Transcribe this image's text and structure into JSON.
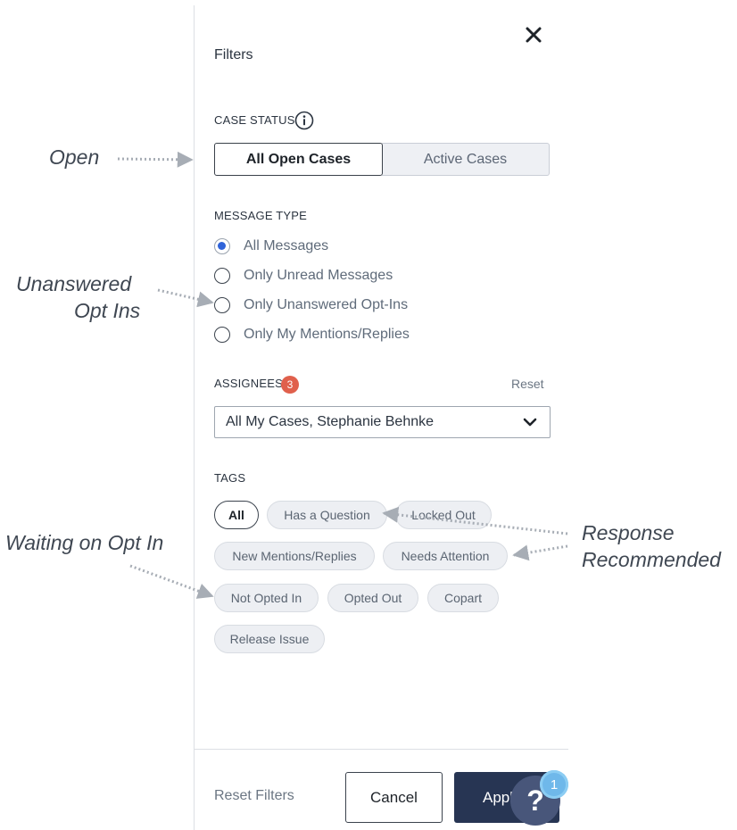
{
  "panel": {
    "title": "Filters",
    "close_icon": "close-icon"
  },
  "case_status": {
    "label": "CASE STATUS",
    "info_icon": "info-icon",
    "options": [
      {
        "label": "All Open Cases",
        "selected": true
      },
      {
        "label": "Active Cases",
        "selected": false
      }
    ]
  },
  "message_type": {
    "label": "MESSAGE TYPE",
    "options": [
      {
        "label": "All Messages",
        "checked": true
      },
      {
        "label": "Only Unread Messages",
        "checked": false
      },
      {
        "label": "Only Unanswered Opt-Ins",
        "checked": false
      },
      {
        "label": "Only My Mentions/Replies",
        "checked": false
      }
    ]
  },
  "assignees": {
    "label": "ASSIGNEES",
    "count": "3",
    "reset_label": "Reset",
    "selected_value": "All My Cases, Stephanie Behnke",
    "chevron_icon": "chevron-down-icon"
  },
  "tags": {
    "label": "TAGS",
    "items": [
      {
        "label": "All",
        "selected": true
      },
      {
        "label": "Has a Question",
        "selected": false
      },
      {
        "label": "Locked Out",
        "selected": false
      },
      {
        "label": "New Mentions/Replies",
        "selected": false
      },
      {
        "label": "Needs Attention",
        "selected": false
      },
      {
        "label": "Not Opted In",
        "selected": false
      },
      {
        "label": "Opted Out",
        "selected": false
      },
      {
        "label": "Copart",
        "selected": false
      },
      {
        "label": "Release Issue",
        "selected": false
      }
    ]
  },
  "footer": {
    "reset_filters_label": "Reset Filters",
    "cancel_label": "Cancel",
    "apply_label": "Apply"
  },
  "help": {
    "icon_label": "?",
    "badge_count": "1"
  },
  "callouts": {
    "open": "Open",
    "unanswered_line1": "Unanswered",
    "unanswered_line2": "Opt Ins",
    "waiting": "Waiting on Opt In",
    "response_line1": "Response",
    "response_line2": "Recommended"
  },
  "colors": {
    "primary_dark": "#273553",
    "radio_accent": "#2f63d9",
    "badge_red": "#e0604c",
    "help_fab": "#48567a",
    "help_badge": "#6fb8ea"
  }
}
